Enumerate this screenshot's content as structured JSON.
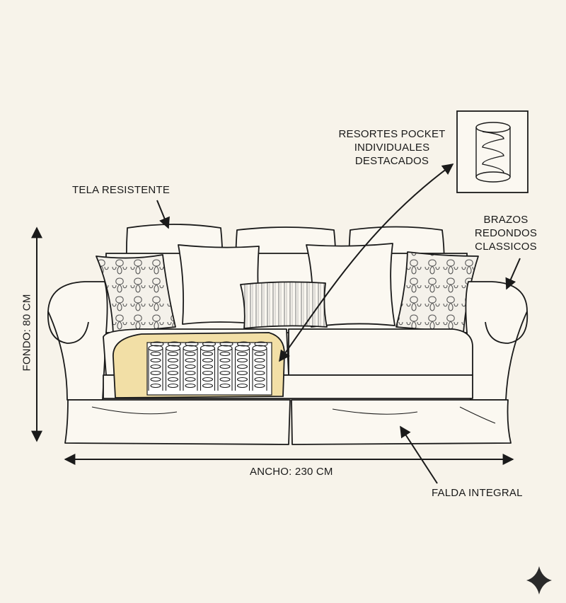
{
  "labels": {
    "tela": "TELA RESISTENTE",
    "resortes": [
      "RESORTES POCKET",
      "INDIVIDUALES",
      "DESTACADOS"
    ],
    "brazos": [
      "BRAZOS",
      "REDONDOS",
      "CLASSICOS"
    ],
    "fondo": "FONDO: 80 CM",
    "ancho": "ANCHO: 230 CM",
    "falda": "FALDA INTEGRAL"
  },
  "colors": {
    "background": "#f7f3ea",
    "line": "#1a1a1a",
    "foam": "#f2dfa6",
    "foam_edge": "#e3c97c",
    "fabric": "#fbf8f1"
  },
  "icons": {
    "corner_logo": "sparkle-icon"
  }
}
